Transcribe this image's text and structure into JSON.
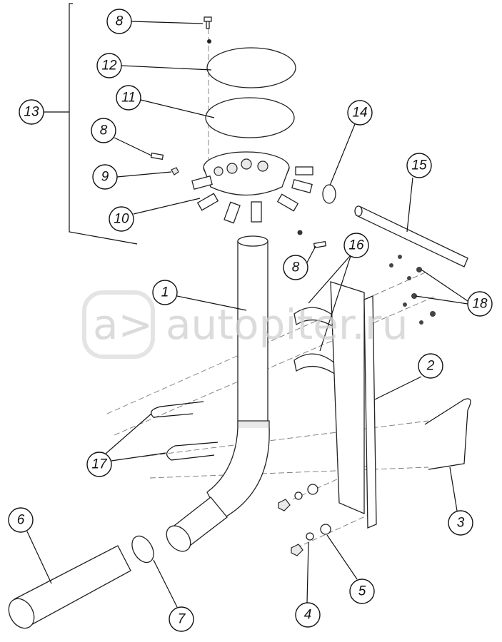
{
  "watermark": {
    "logo": "a>",
    "text": "autopiter.ru"
  },
  "callouts": [
    "8",
    "12",
    "11",
    "13",
    "8",
    "14",
    "15",
    "9",
    "10",
    "16",
    "8",
    "1",
    "18",
    "2",
    "17",
    "3",
    "6",
    "5",
    "7",
    "4"
  ]
}
